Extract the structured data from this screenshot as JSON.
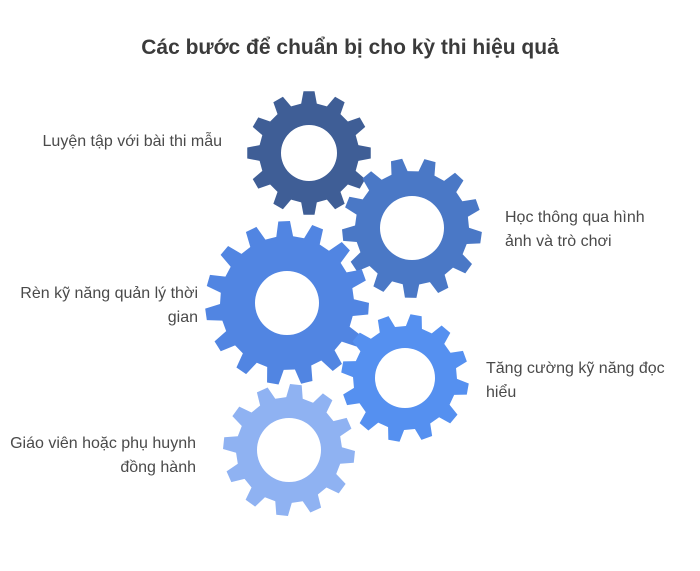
{
  "title": "Các bước để chuẩn bị cho kỳ thi hiệu quả",
  "steps": [
    {
      "label": "Luyện tập với bài thi mẫu",
      "color": "#3f5e96"
    },
    {
      "label": "Học thông qua hình ảnh và trò chơi",
      "color": "#4a78c6"
    },
    {
      "label": "Rèn kỹ năng quản lý thời gian",
      "color": "#5185e2"
    },
    {
      "label": "Tăng cường kỹ năng đọc hiểu",
      "color": "#5590f0"
    },
    {
      "label": "Giáo viên hoặc phụ huynh đồng hành",
      "color": "#8fb2f2"
    }
  ]
}
